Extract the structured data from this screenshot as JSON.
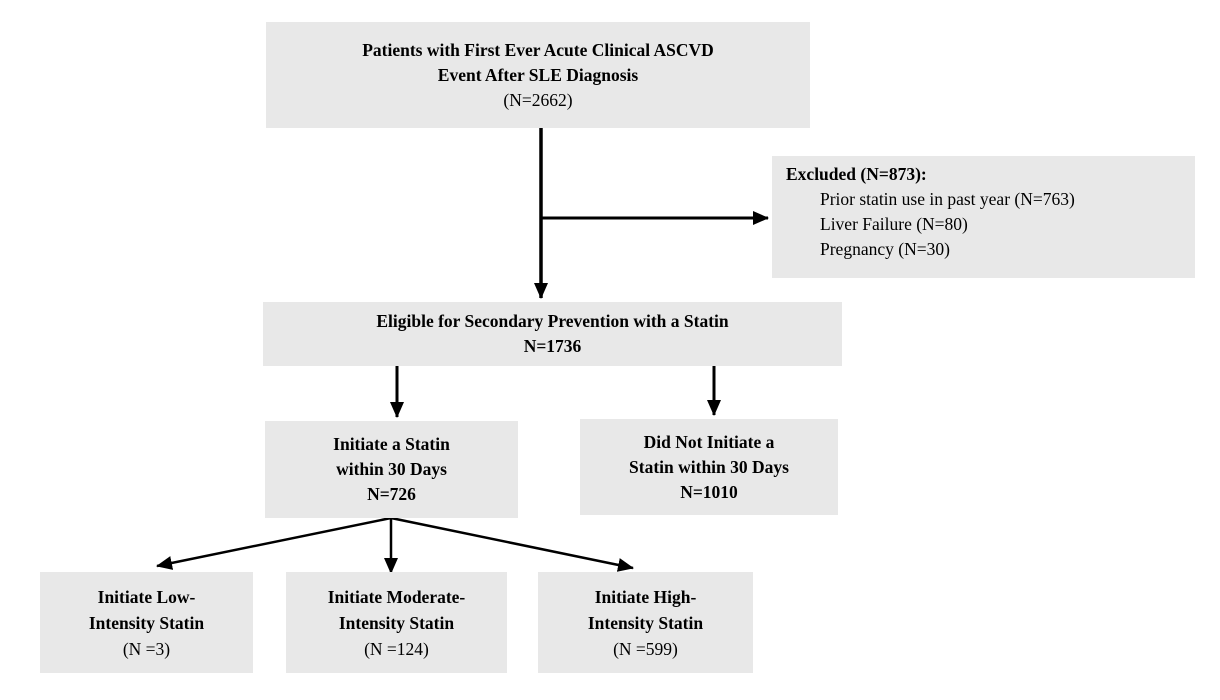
{
  "diagram": {
    "type": "patient-flowchart",
    "colors": {
      "background": "#ffffff",
      "box_fill": "#e8e8e8",
      "text": "#000000",
      "arrow": "#000000"
    },
    "boxes": {
      "top": {
        "line1": "Patients with First Ever Acute Clinical ASCVD",
        "line2": "Event After SLE Diagnosis",
        "n": "(N=2662)"
      },
      "excluded": {
        "title": "Excluded (N=873):",
        "items": [
          "Prior statin use in past year (N=763)",
          "Liver Failure (N=80)",
          "Pregnancy (N=30)"
        ]
      },
      "eligible": {
        "line1": "Eligible for Secondary Prevention with a Statin",
        "line2": "N=1736"
      },
      "initiate": {
        "line1": "Initiate a Statin",
        "line2": "within 30 Days",
        "line3": "N=726"
      },
      "no_initiate": {
        "line1": "Did Not Initiate a",
        "line2": "Statin within 30 Days",
        "line3": "N=1010"
      },
      "low": {
        "line1": "Initiate Low-",
        "line2": "Intensity Statin",
        "n": "(N =3)"
      },
      "moderate": {
        "line1": "Initiate Moderate-",
        "line2": "Intensity Statin",
        "n": "(N =124)"
      },
      "high": {
        "line1": "Initiate High-",
        "line2": "Intensity Statin",
        "n": "(N =599)"
      }
    }
  }
}
